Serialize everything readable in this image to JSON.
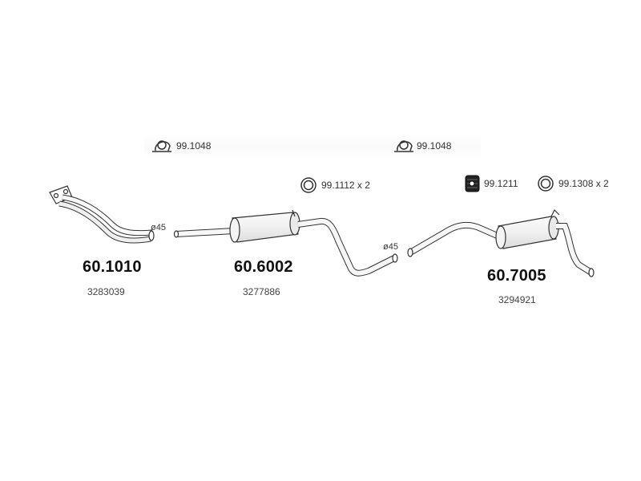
{
  "components": [
    {
      "part_number": "60.1010",
      "reference": "3283039",
      "diameter": "ø45"
    },
    {
      "part_number": "60.6002",
      "reference": "3277886",
      "diameter": "ø45"
    },
    {
      "part_number": "60.7005",
      "reference": "3294921"
    }
  ],
  "accessories": [
    {
      "label": "99.1048",
      "icon": "clamp-icon"
    },
    {
      "label": "99.1048",
      "icon": "clamp-icon"
    },
    {
      "label": "99.1112 x 2",
      "icon": "ring-gasket-icon"
    },
    {
      "label": "99.1211",
      "icon": "rubber-mount-icon"
    },
    {
      "label": "99.1308 x 2",
      "icon": "ring-gasket-icon"
    }
  ],
  "colors": {
    "line": "#333333",
    "fill": "#ffffff",
    "shade": "#e6e6e6"
  }
}
